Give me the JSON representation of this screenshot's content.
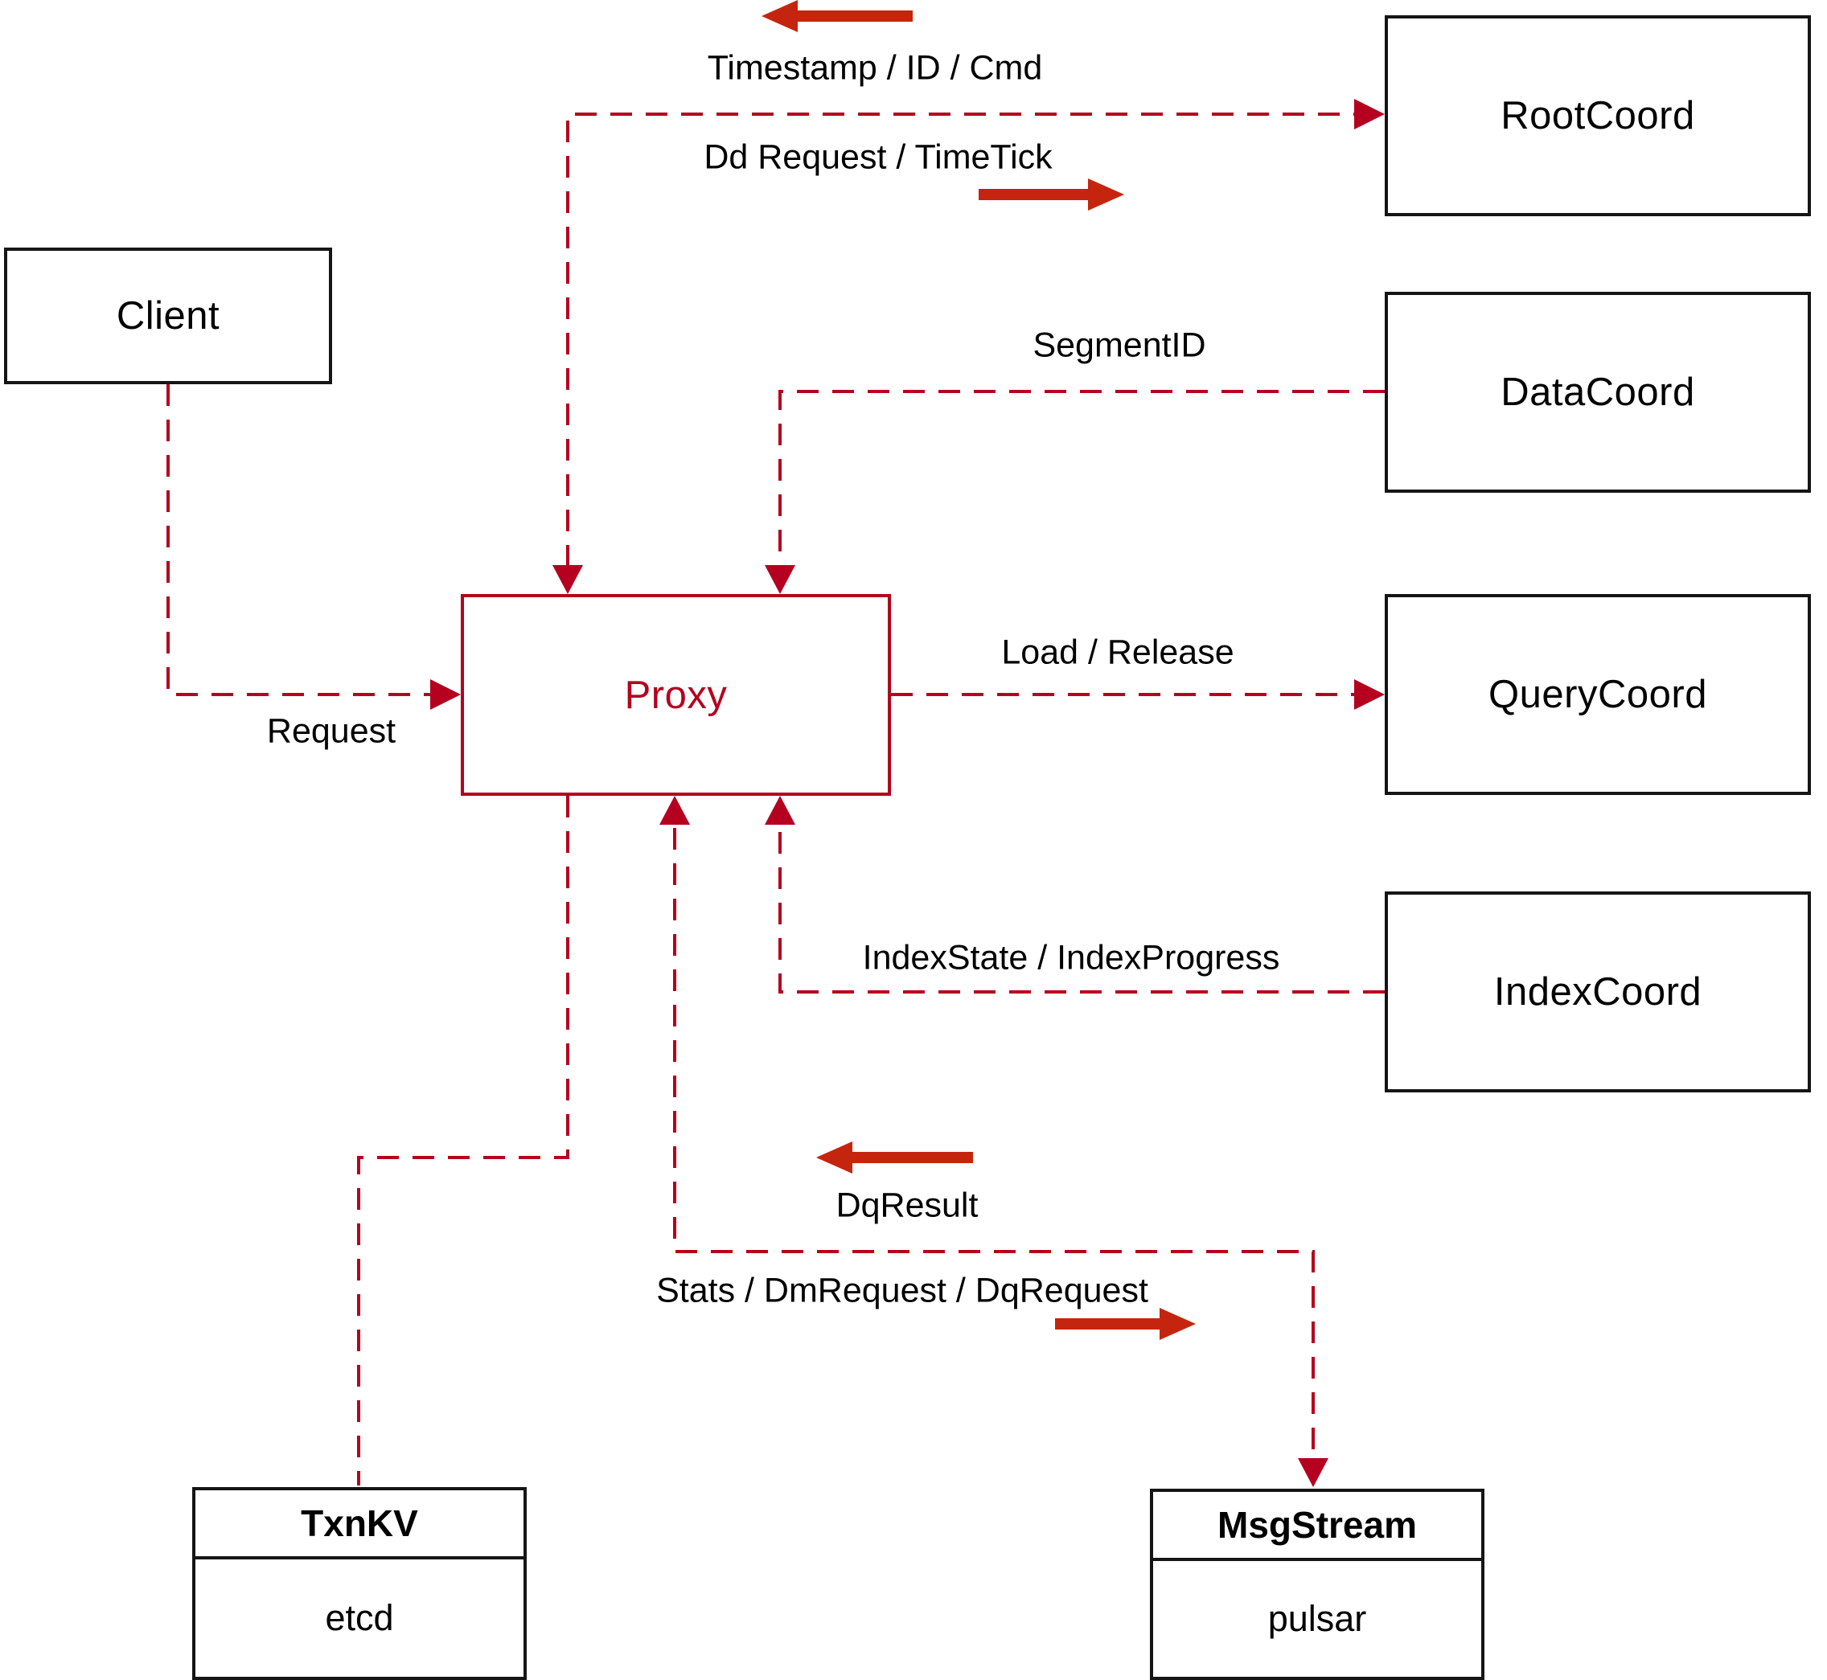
{
  "diagram": {
    "type": "architecture-flow",
    "background": "#ffffff"
  },
  "nodes": {
    "client": {
      "label": "Client"
    },
    "proxy": {
      "label": "Proxy"
    },
    "root_coord": {
      "label": "RootCoord"
    },
    "data_coord": {
      "label": "DataCoord"
    },
    "query_coord": {
      "label": "QueryCoord"
    },
    "index_coord": {
      "label": "IndexCoord"
    },
    "txn_kv": {
      "title": "TxnKV",
      "subtitle": "etcd"
    },
    "msg_stream": {
      "title": "MsgStream",
      "subtitle": "pulsar"
    }
  },
  "edges": [
    {
      "id": "client-proxy",
      "from": "Client",
      "to": "Proxy",
      "label": "Request",
      "style": "dashed",
      "arrow": "to"
    },
    {
      "id": "proxy-rootcoord",
      "from": "Proxy",
      "to": "RootCoord",
      "request_label": "Dd Request / TimeTick",
      "response_label": "Timestamp / ID / Cmd",
      "style": "dashed",
      "arrow": "both"
    },
    {
      "id": "datacoord-proxy",
      "from": "DataCoord",
      "to": "Proxy",
      "label": "SegmentID",
      "style": "dashed",
      "arrow": "to"
    },
    {
      "id": "proxy-querycoord",
      "from": "Proxy",
      "to": "QueryCoord",
      "label": "Load / Release",
      "style": "dashed",
      "arrow": "to"
    },
    {
      "id": "indexcoord-proxy",
      "from": "IndexCoord",
      "to": "Proxy",
      "label": "IndexState / IndexProgress",
      "style": "dashed",
      "arrow": "to"
    },
    {
      "id": "proxy-msgstream",
      "from": "Proxy",
      "to": "MsgStream",
      "request_label": "Stats / DmRequest / DqRequest",
      "response_label": "DqResult",
      "style": "dashed",
      "arrow": "both"
    },
    {
      "id": "proxy-txnkv",
      "from": "Proxy",
      "to": "TxnKV",
      "style": "dashed",
      "arrow": "none"
    }
  ],
  "colors": {
    "dashed_line": "#b5001f",
    "dashed_arrowhead": "#b5001f",
    "solid_direction_arrow": "#c5250e",
    "proxy_accent": "#b5001f",
    "box_border": "#151515",
    "label_text": "#000000"
  }
}
